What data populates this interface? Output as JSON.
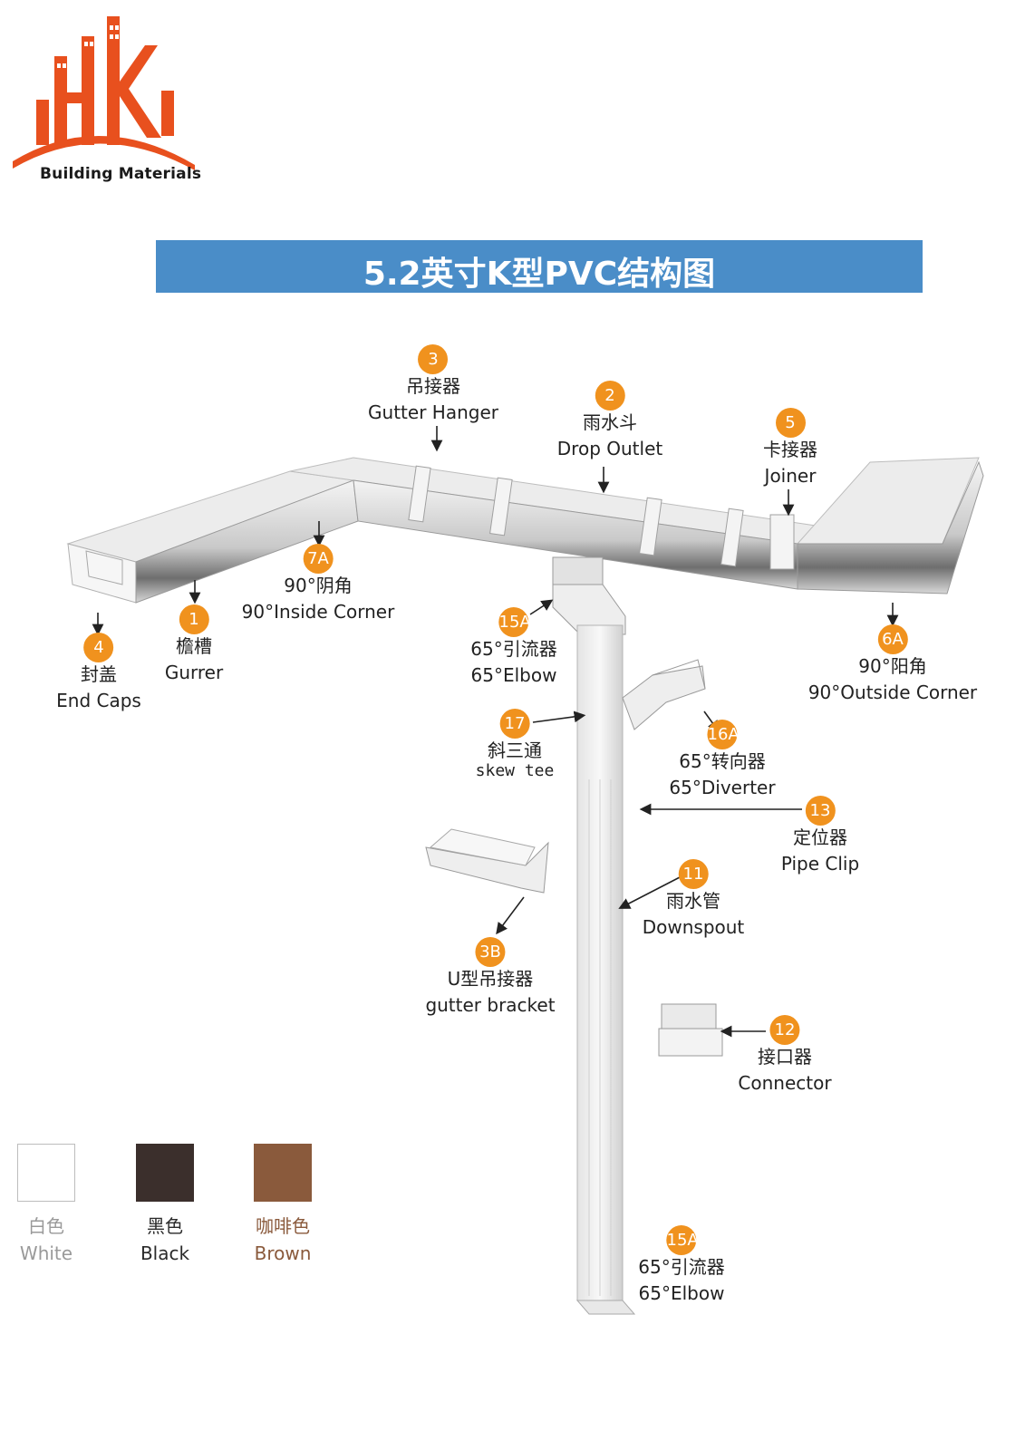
{
  "logo": {
    "text": "Building Materials",
    "color": "#e8501e"
  },
  "banner": {
    "title": "5.2英寸K型PVC结构图",
    "color": "#4a8dc8"
  },
  "accent": "#f0921e",
  "callouts": [
    {
      "num": "3",
      "cn": "吊接器",
      "en": "Gutter Hanger"
    },
    {
      "num": "2",
      "cn": "雨水斗",
      "en": "Drop Outlet"
    },
    {
      "num": "5",
      "cn": "卡接器",
      "en": "Joiner"
    },
    {
      "num": "7A",
      "cn": "90°阴角",
      "en": "90°Inside Corner"
    },
    {
      "num": "1",
      "cn": "檐槽",
      "en": "Gurrer"
    },
    {
      "num": "4",
      "cn": "封盖",
      "en": "End Caps"
    },
    {
      "num": "15A",
      "cn": "65°引流器",
      "en": "65°Elbow"
    },
    {
      "num": "6A",
      "cn": "90°阳角",
      "en": "90°Outside Corner"
    },
    {
      "num": "17",
      "cn": "斜三通",
      "en": "skew tee"
    },
    {
      "num": "16A",
      "cn": "65°转向器",
      "en": "65°Diverter"
    },
    {
      "num": "13",
      "cn": "定位器",
      "en": "Pipe Clip"
    },
    {
      "num": "11",
      "cn": "雨水管",
      "en": "Downspout"
    },
    {
      "num": "3B",
      "cn": "U型吊接器",
      "en": "gutter bracket"
    },
    {
      "num": "12",
      "cn": "接口器",
      "en": "Connector"
    },
    {
      "num": "15A",
      "cn": "65°引流器",
      "en": "65°Elbow"
    }
  ],
  "swatches": [
    {
      "cn": "白色",
      "en": "White",
      "color": "#ffffff",
      "text_color": "#9a9a9a"
    },
    {
      "cn": "黑色",
      "en": "Black",
      "color": "#3b2f2c",
      "text_color": "#2a2a2a"
    },
    {
      "cn": "咖啡色",
      "en": "Brown",
      "color": "#8a5a3c",
      "text_color": "#8a5a3c"
    }
  ]
}
